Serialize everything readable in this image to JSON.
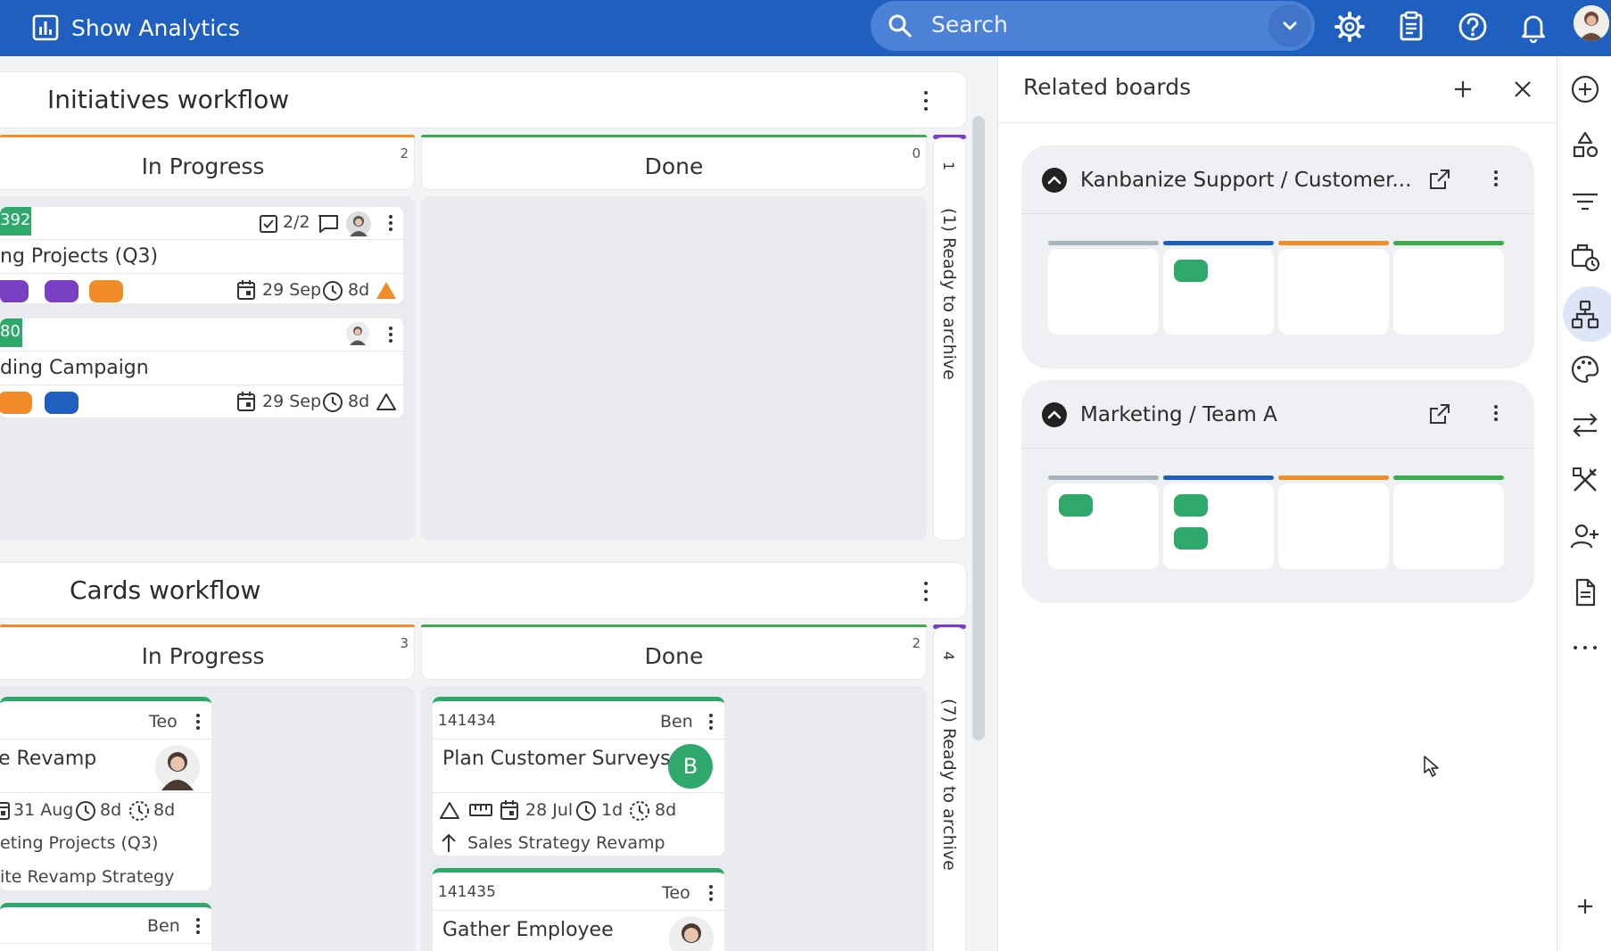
{
  "topbar": {
    "analytics_label": "Show Analytics",
    "search_placeholder": "Search",
    "brand_color": "#1f5fbf"
  },
  "workflows": [
    {
      "title": "Initiatives workflow",
      "columns": [
        {
          "name": "In Progress",
          "count": "2",
          "color": "#f28c28"
        },
        {
          "name": "Done",
          "count": "0",
          "color": "#3cac4f"
        },
        {
          "name": "(1) Ready to archive",
          "count": "1",
          "color": "#7b3fc4"
        }
      ],
      "cards": [
        {
          "id": "392",
          "checklist": "2/2",
          "title": "ng Projects (Q3)",
          "date": "29 Sep",
          "age": "8d"
        },
        {
          "id": "80",
          "title": "ding Campaign",
          "date": "29 Sep",
          "age": "8d"
        }
      ]
    },
    {
      "title": "Cards workflow",
      "columns": [
        {
          "name": "In Progress",
          "count": "3",
          "color": "#f28c28"
        },
        {
          "name": "Done",
          "count": "2",
          "color": "#3cac4f"
        },
        {
          "name": "(7) Ready to archive",
          "count": "4",
          "color": "#7b3fc4"
        }
      ],
      "cards": [
        {
          "owner": "Teo",
          "title": "e Revamp",
          "date": "31 Aug",
          "age": "8d",
          "cycle": "8d",
          "parent": "eting Projects (Q3)",
          "link": "ite Revamp Strategy"
        },
        {
          "owner": "Ben"
        },
        {
          "id": "141434",
          "owner": "Ben",
          "title": "Plan Customer Surveys",
          "avatar_letter": "B",
          "date": "28 Jul",
          "age": "1d",
          "cycle": "8d",
          "parent": "Sales Strategy Revamp"
        },
        {
          "id": "141435",
          "owner": "Teo",
          "title": "Gather Employee"
        }
      ]
    }
  ],
  "panel": {
    "title": "Related boards",
    "boards": [
      {
        "title": "Kanbanize Support / Customer..."
      },
      {
        "title": "Marketing / Team A"
      }
    ]
  }
}
